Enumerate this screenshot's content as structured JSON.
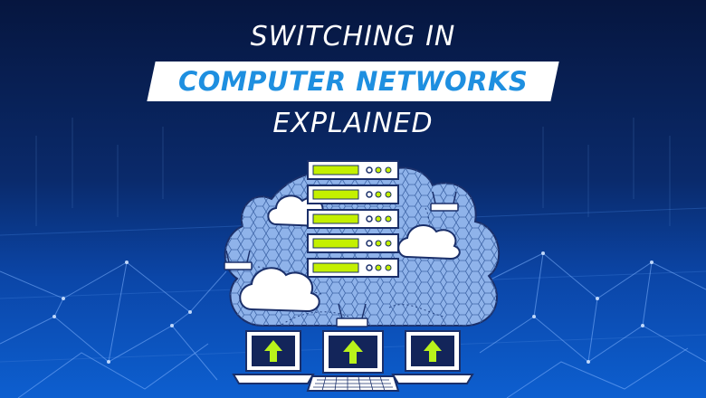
{
  "title": {
    "line1": "SWITCHING IN",
    "highlight": "COMPUTER NETWORKS",
    "line3": "EXPLAINED"
  },
  "colors": {
    "background_top": "#06163f",
    "background_bottom": "#0d5fd0",
    "highlight_text": "#1e8fe0",
    "cloud_fill": "#8fb3ea",
    "server_led": "#c4f000",
    "arrow": "#b9f21b"
  },
  "icons": [
    "server-rack-icon",
    "cloud-icon",
    "router-icon",
    "laptop-icon",
    "upload-arrow-icon"
  ]
}
